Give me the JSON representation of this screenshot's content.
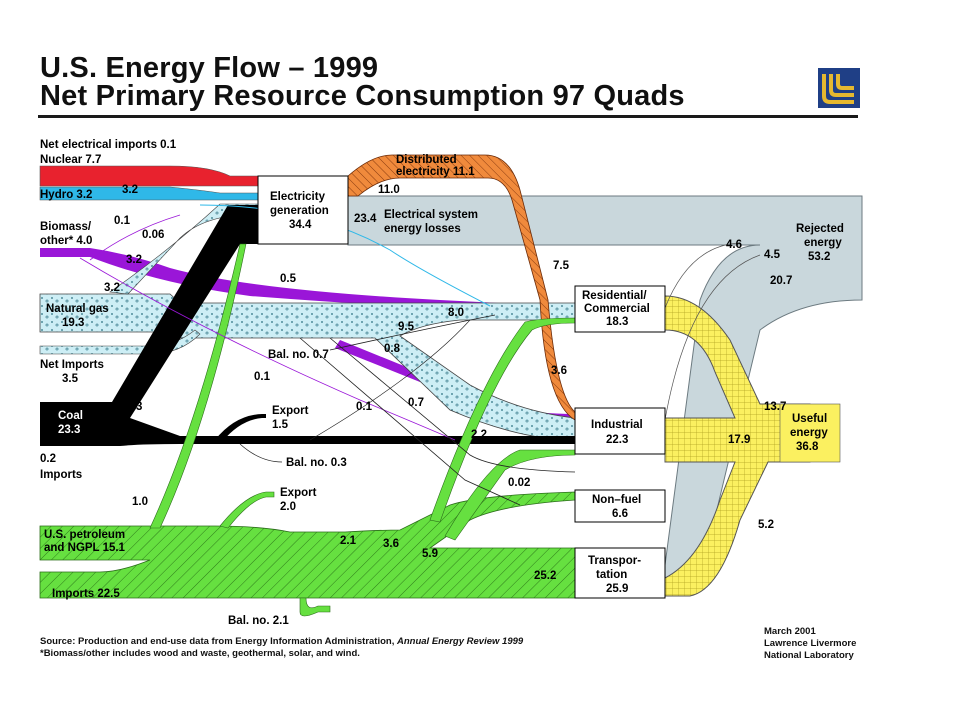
{
  "header": {
    "title": "U.S. Energy Flow – 1999",
    "subtitle": "Net Primary Resource Consumption 97 Quads"
  },
  "labels": {
    "net_elec_imports": "Net electrical imports 0.1",
    "nuclear": "Nuclear 7.7",
    "hydro": "Hydro 3.2",
    "hydro_val": "3.2",
    "biomass_1": "Biomass/",
    "biomass_2": "other* 4.0",
    "v_01a": "0.1",
    "v_006": "0.06",
    "v_32a": "3.2",
    "v_32b": "3.2",
    "natural_gas_1": "Natural gas",
    "natural_gas_2": "19.3",
    "net_imports_1": "Net Imports",
    "net_imports_2": "3.5",
    "coal_1": "Coal",
    "coal_2": "23.3",
    "coal_to_elec": "19.3",
    "imports_02_1": "0.2",
    "imports_02_2": "Imports",
    "v_10": "1.0",
    "petroleum_1": "U.S. petroleum",
    "petroleum_2": "and NGPL 15.1",
    "imports_225": "Imports 22.5",
    "elec_gen_1": "Electricity",
    "elec_gen_2": "generation",
    "elec_gen_3": "34.4",
    "distributed_1": "Distributed",
    "distributed_2": "electricity 11.1",
    "v_110": "11.0",
    "v_234": "23.4",
    "elec_losses_1": "Electrical system",
    "elec_losses_2": "energy losses",
    "v_05": "0.5",
    "v_75": "7.5",
    "v_80": "8.0",
    "v_95": "9.5",
    "bal_07": "Bal. no. 0.7",
    "v_01b": "0.1",
    "v_08": "0.8",
    "v_01c": "0.1",
    "v_07": "0.7",
    "v_36a": "3.6",
    "export_15_1": "Export",
    "export_15_2": "1.5",
    "v_22": "2.2",
    "bal_03": "Bal. no. 0.3",
    "v_002": "0.02",
    "export_20_1": "Export",
    "export_20_2": "2.0",
    "v_21": "2.1",
    "v_36b": "3.6",
    "v_59": "5.9",
    "v_252": "25.2",
    "bal_21": "Bal. no. 2.1",
    "residential_1": "Residential/",
    "residential_2": "Commercial",
    "residential_3": "18.3",
    "industrial_1": "Industrial",
    "industrial_2": "22.3",
    "nonfuel_1": "Non–fuel",
    "nonfuel_2": "6.6",
    "transport_1": "Transpor-",
    "transport_2": "tation",
    "transport_3": "25.9",
    "rejected_1": "Rejected",
    "rejected_2": "energy",
    "rejected_3": "53.2",
    "v_46": "4.6",
    "v_45": "4.5",
    "v_207": "20.7",
    "v_137": "13.7",
    "v_179": "17.9",
    "v_52": "5.2",
    "useful_1": "Useful",
    "useful_2": "energy",
    "useful_3": "36.8"
  },
  "footer": {
    "source_prefix": "Source:  Production and end-use data from Energy Information Administration, ",
    "source_italic": "Annual Energy Review 1999",
    "note": "*Biomass/other includes wood and waste, geothermal, solar, and wind.",
    "date": "March 2001",
    "org_1": "Lawrence Livermore",
    "org_2": "National Laboratory"
  },
  "colors": {
    "nuclear": "#e8222e",
    "hydro": "#2fb8e8",
    "biomass": "#9a16d8",
    "natural_gas": "#cdeef5",
    "coal": "#000000",
    "petroleum": "#66e040",
    "electricity": "#f08a3c",
    "rejected": "#c9d7dc",
    "useful": "#fbf060"
  }
}
